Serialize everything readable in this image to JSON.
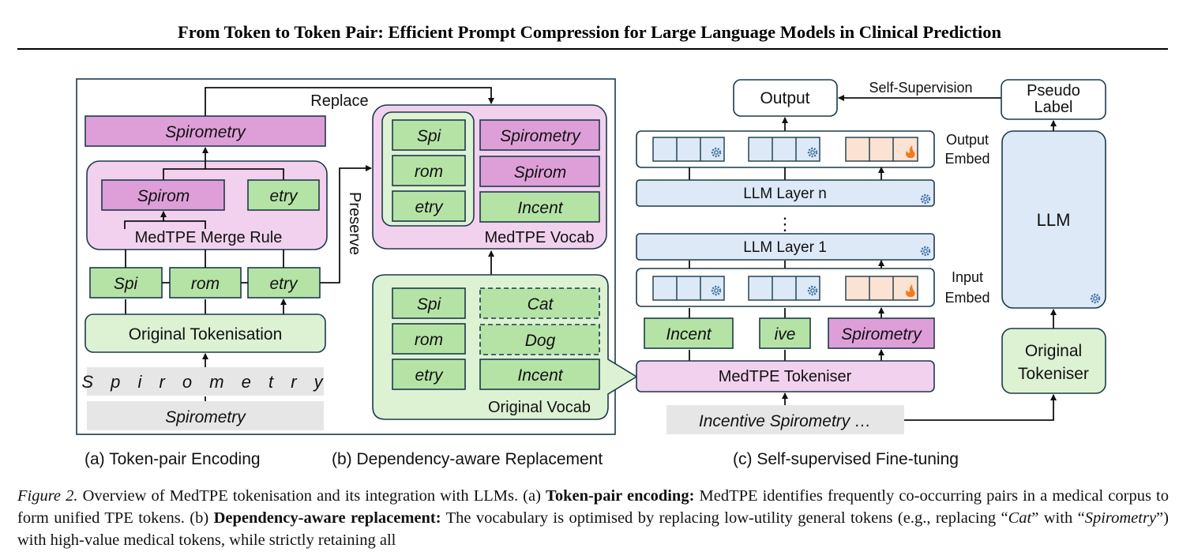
{
  "paper": {
    "running_title": "From Token to Token Pair: Efficient Prompt Compression for Large Language Models in Clinical Prediction"
  },
  "figure": {
    "panel_a": {
      "caption": "(a) Token-pair Encoding",
      "merged_token": "Spirometry",
      "merge_rule_tokens": [
        "Spirom",
        "etry"
      ],
      "merge_rule_label": "MedTPE Merge Rule",
      "subtokens": [
        "Spi",
        "rom",
        "etry"
      ],
      "tokenisation_label": "Original Tokenisation",
      "char_sequence": "S p i r o m e t r y",
      "input_word": "Spirometry",
      "replace_label": "Replace",
      "preserve_label": "Preserve"
    },
    "panel_b": {
      "caption": "(b) Dependency-aware Replacement",
      "medtpe_vocab_label": "MedTPE Vocab",
      "medtpe_preserved": [
        "Spi",
        "rom",
        "etry"
      ],
      "medtpe_new": [
        "Spirometry",
        "Spirom",
        "Incent"
      ],
      "original_vocab_label": "Original Vocab",
      "original_left": [
        "Spi",
        "rom",
        "etry"
      ],
      "original_right": [
        "Cat",
        "Dog",
        "Incent"
      ]
    },
    "panel_c": {
      "caption": "(c) Self-supervised Fine-tuning",
      "output_label": "Output",
      "self_supervision_label": "Self-Supervision",
      "pseudo_label_line1": "Pseudo",
      "pseudo_label_line2": "Label",
      "output_embed_line1": "Output",
      "output_embed_line2": "Embed",
      "input_embed_line1": "Input",
      "input_embed_line2": "Embed",
      "llm_layer_n": "LLM Layer n",
      "llm_layer_1": "LLM Layer 1",
      "ellipsis": "⋮",
      "llm_label": "LLM",
      "tokens": [
        "Incent",
        "ive",
        "Spirometry"
      ],
      "tokeniser_label": "MedTPE Tokeniser",
      "input_text": "Incentive Spirometry …",
      "original_tokeniser_line1": "Original",
      "original_tokeniser_line2": "Tokeniser"
    },
    "colors": {
      "green_fill": "#b5e3a6",
      "light_green_fill": "#dcf2d3",
      "magenta_fill": "#de9fd9",
      "pink_fill": "#f2d1ee",
      "blue_fill": "#dde9f6",
      "peach_fill": "#fbe2d2",
      "grey_fill": "#e6e6e6",
      "border": "#1b3a4a"
    },
    "caption": {
      "label": "Figure 2.",
      "part1": " Overview of MedTPE tokenisation and its integration with LLMs. (a) ",
      "bold1": "Token-pair encoding:",
      "part2": " MedTPE identifies frequently co-occurring pairs in a medical corpus to form unified TPE tokens. (b) ",
      "bold2": "Dependency-aware replacement:",
      "part3": " The vocabulary is optimised by replacing low-utility general tokens (e.g., replacing “",
      "it1": "Cat",
      "part4": "” with “",
      "it2": "Spirometry",
      "part5": "”) with high-value medical tokens, while strictly retaining all"
    }
  }
}
